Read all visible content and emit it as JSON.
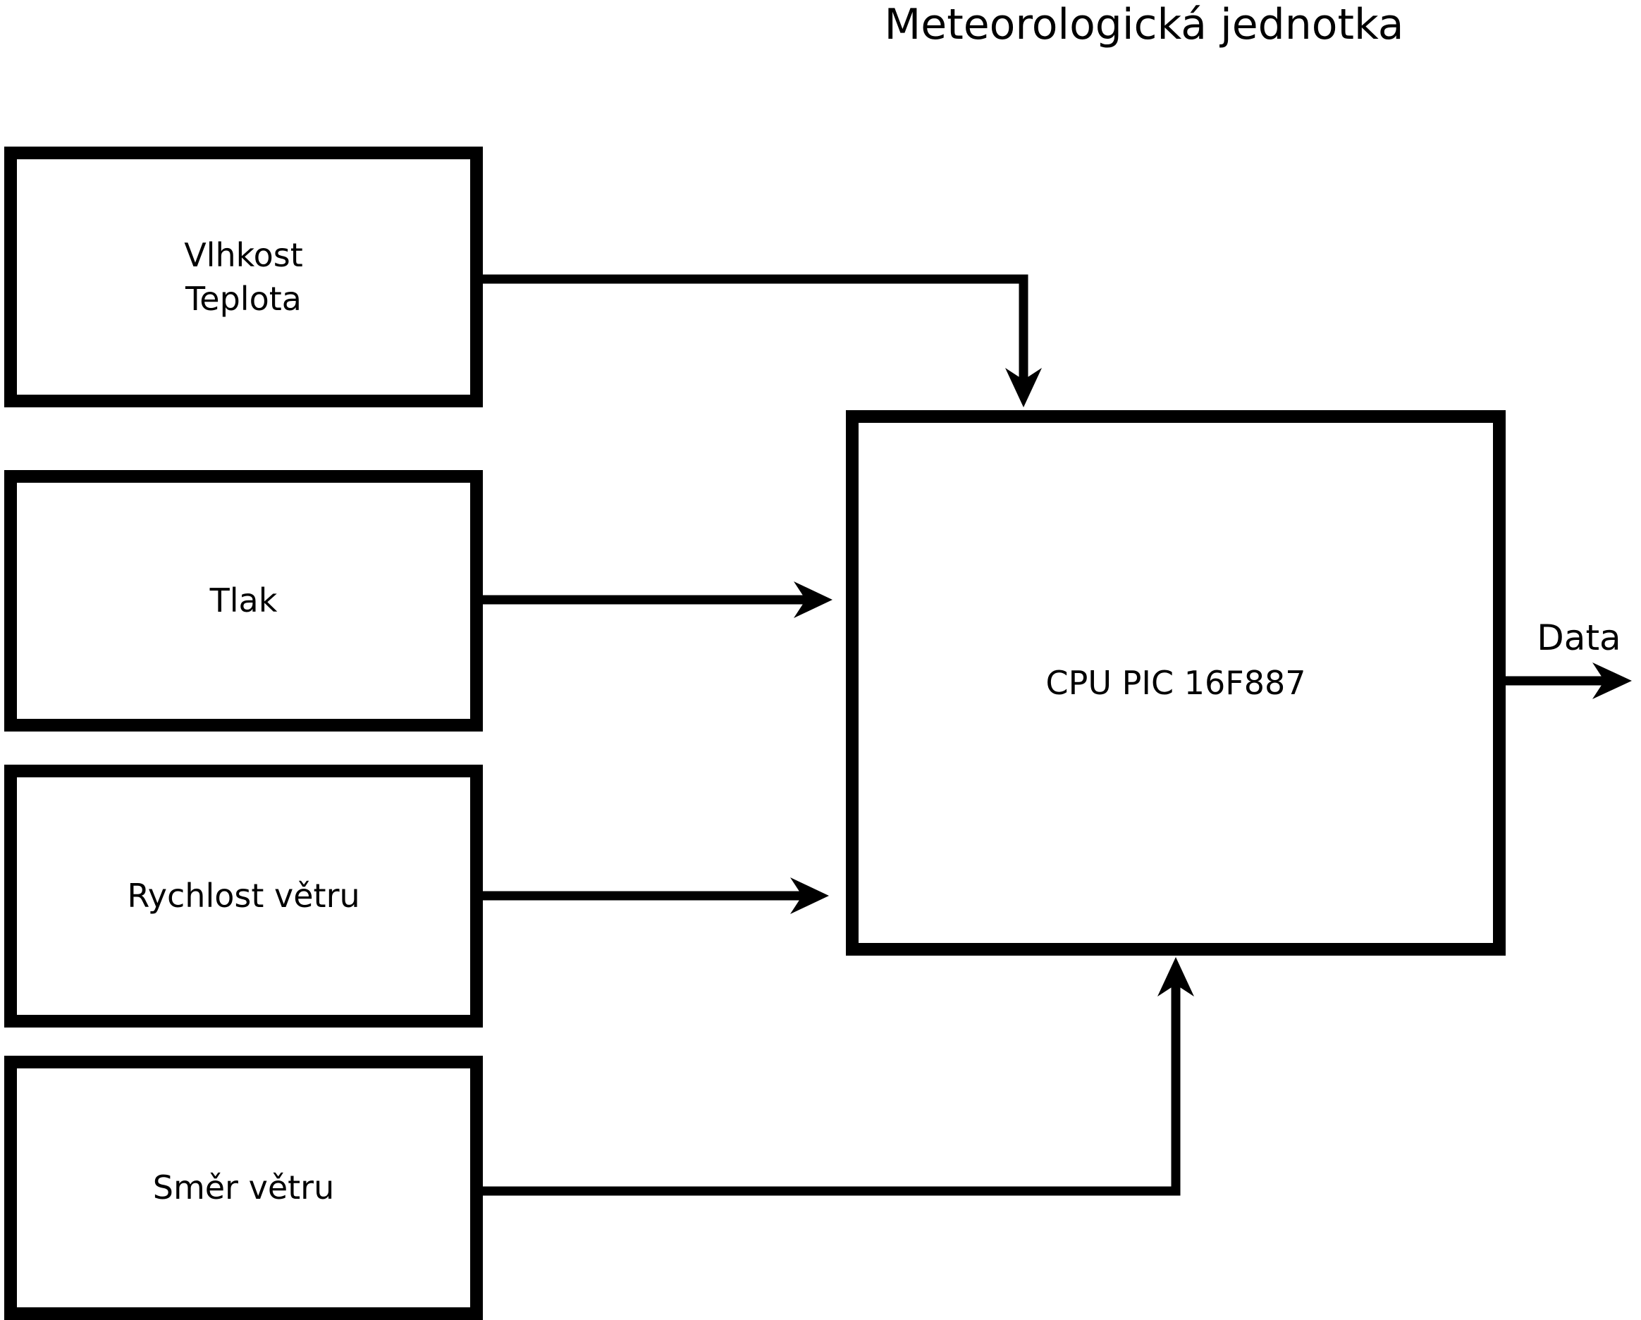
{
  "title": "Meteorologická jednotka",
  "colors": {
    "line": "#000000",
    "background": "#ffffff",
    "text": "#000000"
  },
  "diagram": {
    "sensor_boxes": [
      {
        "id": "vlhkost-teplota",
        "label_lines": [
          "Vlhkost",
          "Teplota"
        ]
      },
      {
        "id": "tlak",
        "label_lines": [
          "Tlak"
        ]
      },
      {
        "id": "rychlost-vetru",
        "label_lines": [
          "Rychlost větru"
        ]
      },
      {
        "id": "smer-vetru",
        "label_lines": [
          "Směr větru"
        ]
      }
    ],
    "cpu_box": {
      "label": "CPU PIC 16F887"
    },
    "output_arrow": {
      "label": "Data"
    }
  }
}
